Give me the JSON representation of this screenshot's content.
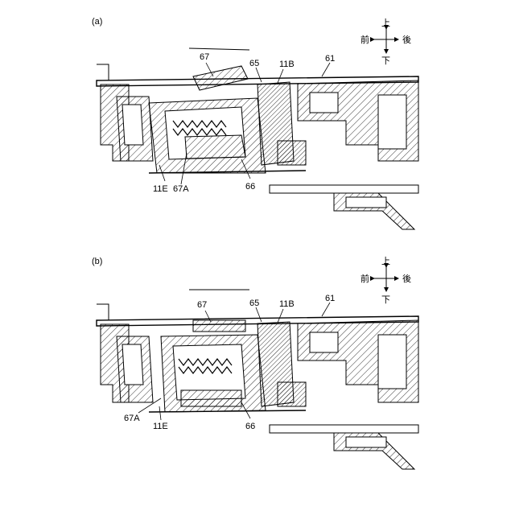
{
  "panels": [
    {
      "panel_label": "(a)",
      "labels": {
        "l67": "67",
        "l65": "65",
        "l11B": "11B",
        "l61": "61",
        "l11E": "11E",
        "l67A": "67A",
        "l66": "66"
      },
      "compass": {
        "up": "上",
        "down": "下",
        "front": "前",
        "back": "後"
      }
    },
    {
      "panel_label": "(b)",
      "labels": {
        "l67": "67",
        "l65": "65",
        "l11B": "11B",
        "l61": "61",
        "l67A": "67A",
        "l11E": "11E",
        "l66": "66"
      },
      "compass": {
        "up": "上",
        "down": "下",
        "front": "前",
        "back": "後"
      }
    }
  ]
}
